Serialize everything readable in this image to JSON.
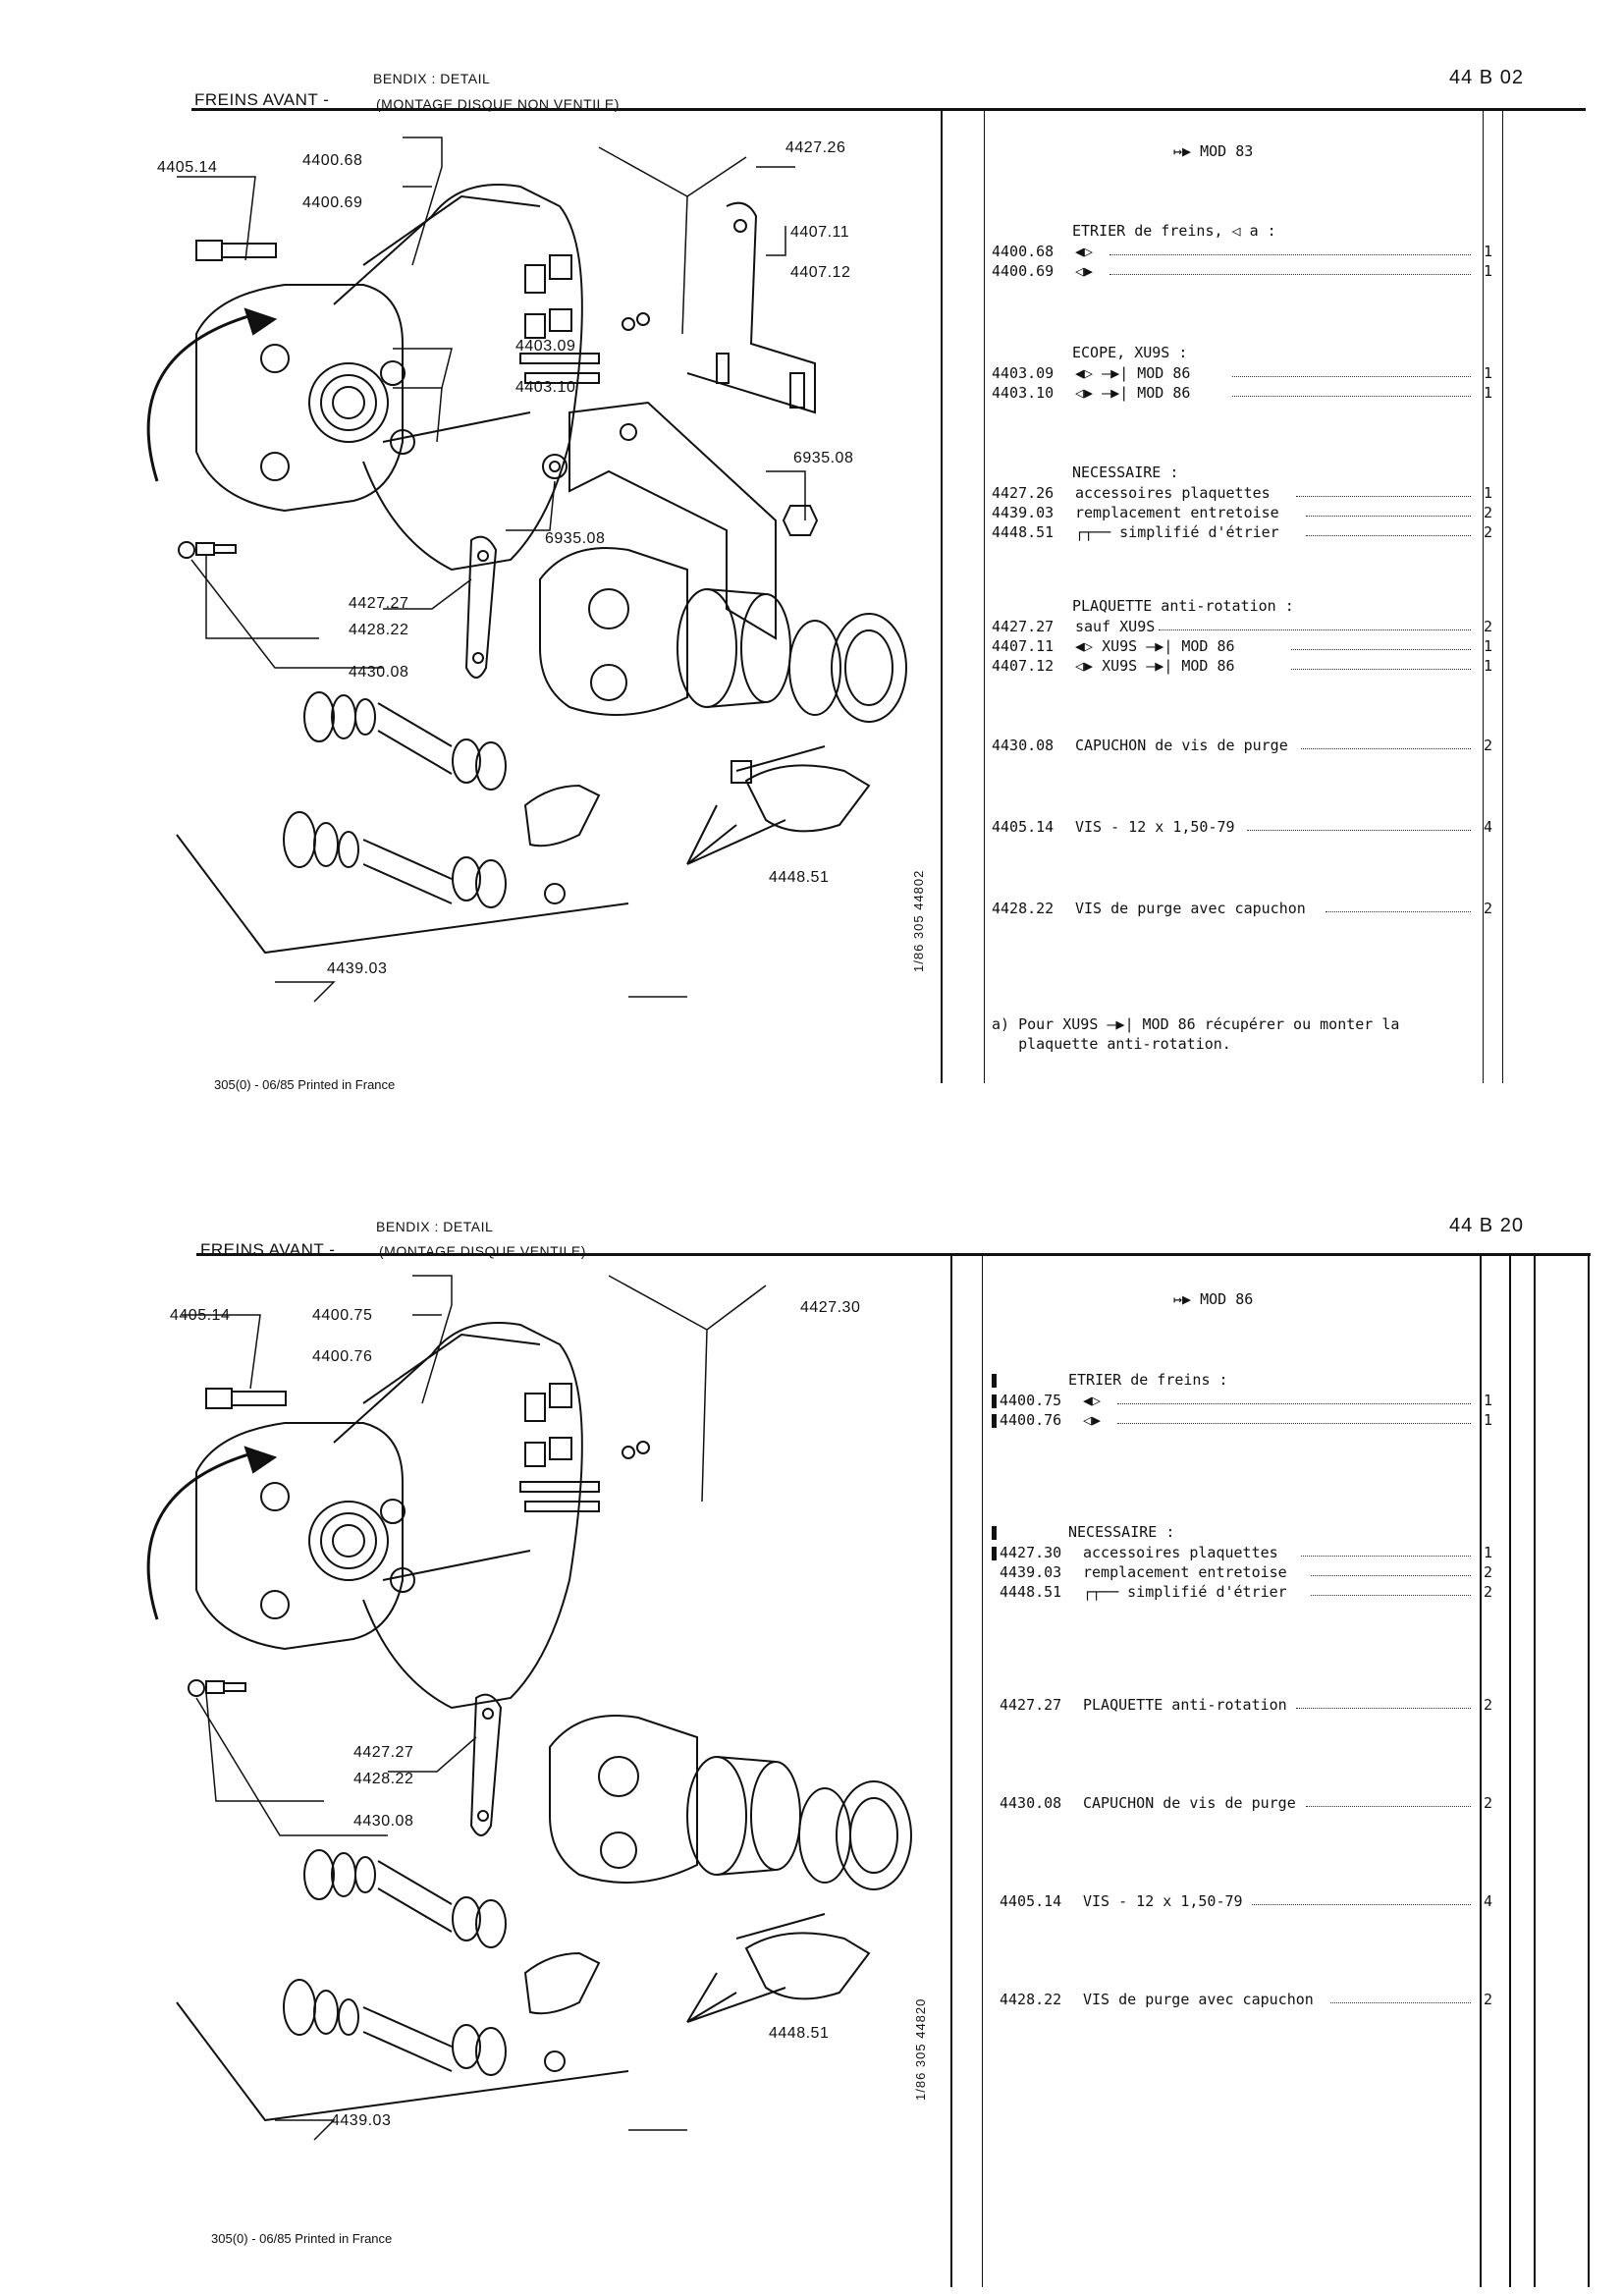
{
  "top": {
    "title": "FREINS AVANT -",
    "subtitle_1": "BENDIX : DETAIL",
    "subtitle_2": "(MONTAGE DISQUE NON VENTILE)",
    "page_ref": "44  B 02",
    "mod": "MOD 83",
    "vertical_code": "1/86  305  44802",
    "footer": "305(0) - 06/85 Printed in France",
    "callouts": [
      "4405.14",
      "4400.68",
      "4400.69",
      "4427.26",
      "4407.11",
      "4407.12",
      "4403.09",
      "4403.10",
      "6935.08",
      "6935.08",
      "4427.27",
      "4428.22",
      "4430.08",
      "4448.51",
      "4439.03"
    ],
    "groups": [
      {
        "heading": "ETRIER de freins,",
        "heading_suffix": "a :",
        "rows": [
          {
            "ref": "4400.68",
            "desc": "",
            "qty": "1"
          },
          {
            "ref": "4400.69",
            "desc": "",
            "qty": "1"
          }
        ]
      },
      {
        "heading": "ECOPE, XU9S :",
        "rows": [
          {
            "ref": "4403.09",
            "desc": "MOD 86",
            "qty": "1"
          },
          {
            "ref": "4403.10",
            "desc": "MOD 86",
            "qty": "1"
          }
        ]
      },
      {
        "heading": "NECESSAIRE :",
        "rows": [
          {
            "ref": "4427.26",
            "desc": "accessoires plaquettes",
            "qty": "1"
          },
          {
            "ref": "4439.03",
            "desc": "remplacement entretoise",
            "qty": "2"
          },
          {
            "ref": "4448.51",
            "desc": "simplifié d'étrier",
            "qty": "2"
          }
        ]
      },
      {
        "heading": "PLAQUETTE anti-rotation :",
        "rows": [
          {
            "ref": "4427.27",
            "desc": "sauf XU9S",
            "qty": "2"
          },
          {
            "ref": "4407.11",
            "desc": "XU9S",
            "desc2": "MOD 86",
            "qty": "1"
          },
          {
            "ref": "4407.12",
            "desc": "XU9S",
            "desc2": "MOD 86",
            "qty": "1"
          }
        ]
      }
    ],
    "singles": [
      {
        "ref": "4430.08",
        "desc": "CAPUCHON de vis de purge",
        "qty": "2"
      },
      {
        "ref": "4405.14",
        "desc": "VIS - 12 x 1,50-79",
        "qty": "4"
      },
      {
        "ref": "4428.22",
        "desc": "VIS de purge avec capuchon",
        "qty": "2"
      }
    ],
    "note_1": "a) Pour XU9S",
    "note_2": "MOD 86 récupérer ou monter la",
    "note_3": "plaquette anti-rotation."
  },
  "bottom": {
    "title": "FREINS AVANT -",
    "subtitle_1": "BENDIX : DETAIL",
    "subtitle_2": "(MONTAGE DISQUE VENTILE)",
    "page_ref": "44  B 20",
    "mod": "MOD 86",
    "vertical_code": "1/86  305  44820",
    "footer": "305(0) - 06/85 Printed in France",
    "callouts": [
      "4405.14",
      "4400.75",
      "4400.76",
      "4427.30",
      "4427.27",
      "4428.22",
      "4430.08",
      "4448.51",
      "4439.03"
    ],
    "groups": [
      {
        "heading": "ETRIER de freins :",
        "rows": [
          {
            "ref": "4400.75",
            "desc": "",
            "qty": "1"
          },
          {
            "ref": "4400.76",
            "desc": "",
            "qty": "1"
          }
        ]
      },
      {
        "heading": "NECESSAIRE :",
        "rows": [
          {
            "ref": "4427.30",
            "desc": "accessoires plaquettes",
            "qty": "1"
          },
          {
            "ref": "4439.03",
            "desc": "remplacement entretoise",
            "qty": "2"
          },
          {
            "ref": "4448.51",
            "desc": "simplifié d'étrier",
            "qty": "2"
          }
        ]
      }
    ],
    "singles": [
      {
        "ref": "4427.27",
        "desc": "PLAQUETTE anti-rotation",
        "qty": "2"
      },
      {
        "ref": "4430.08",
        "desc": "CAPUCHON de vis de purge",
        "qty": "2"
      },
      {
        "ref": "4405.14",
        "desc": "VIS - 12 x 1,50-79",
        "qty": "4"
      },
      {
        "ref": "4428.22",
        "desc": "VIS de purge avec capuchon",
        "qty": "2"
      }
    ]
  }
}
